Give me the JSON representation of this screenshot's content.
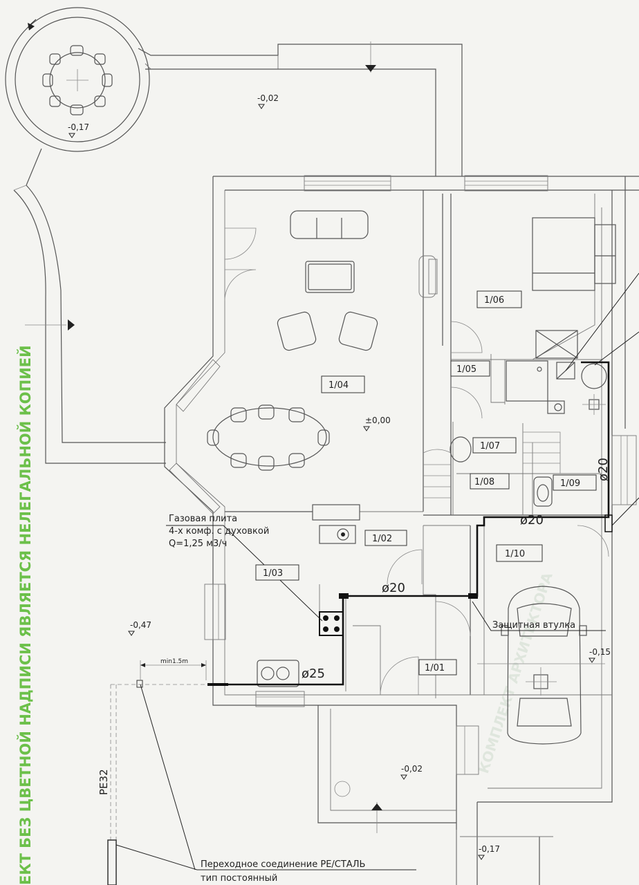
{
  "watermark": "ЕКТ БЕЗ ЦВЕТНОЙ НАДПИСИ ЯВЛЯЕТСЯ НЕЛЕГАЛЬНОЙ КОПИЕЙ",
  "rooms": {
    "r0101": "1/01",
    "r0102": "1/02",
    "r0103": "1/03",
    "r0104": "1/04",
    "r0105": "1/05",
    "r0106": "1/06",
    "r0107": "1/07",
    "r0108": "1/08",
    "r0109": "1/09",
    "r0110": "1/10"
  },
  "levels": {
    "gazebo": "-0,17",
    "terrace_top": "-0,02",
    "main": "±0,00",
    "yard_left": "-0,47",
    "garage_right": "-0,15",
    "porch": "-0,02",
    "bottom": "-0,17"
  },
  "pipes": {
    "d20_vertical": "ø20",
    "d20_mid": "ø20",
    "d20_kitchen": "ø20",
    "d25": "ø25",
    "pe32": "PE32"
  },
  "notes": {
    "stove_line1": "Газовая плита",
    "stove_line2": "4-х комф. с духовкой",
    "stove_line3": "Q=1,25 м3/ч",
    "sleeve": "Защитная втулка",
    "transition_line1": "Переходное соединение  PE/СТАЛЬ",
    "transition_line2": "тип постоянный",
    "min_distance": "min1.5m"
  },
  "colors": {
    "watermark": "#6cc04a",
    "lines": "#555555",
    "gas_pipe": "#111111",
    "paper": "#f4f4f1"
  }
}
